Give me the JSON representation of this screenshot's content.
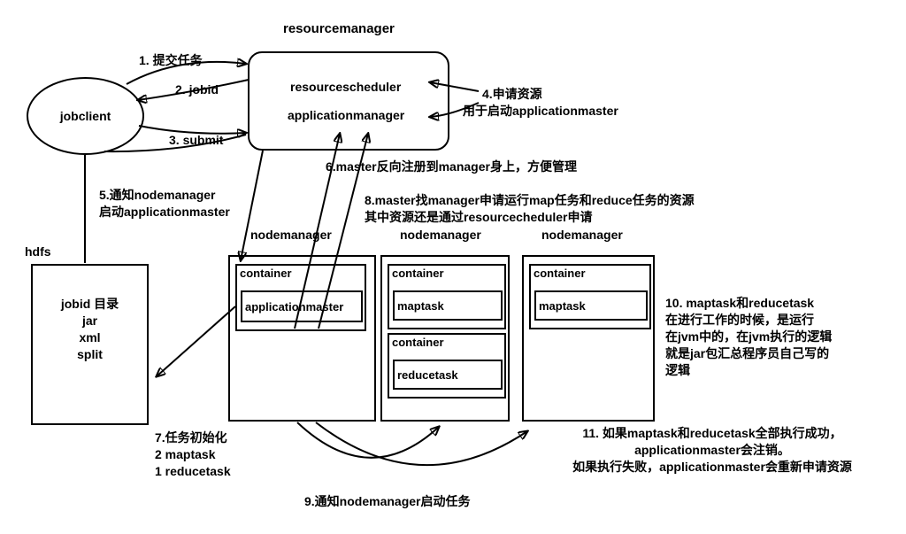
{
  "diagram": {
    "resourcemanager": {
      "label": "resourcemanager",
      "scheduler": "resourcescheduler",
      "appmanager": "applicationmanager"
    },
    "jobclient": {
      "label": "jobclient"
    },
    "hdfs": {
      "label": "hdfs",
      "lines": [
        "jobid 目录",
        "jar",
        "xml",
        "split"
      ]
    },
    "nodemanagers": [
      {
        "label": "nodemanager",
        "containers": [
          {
            "label": "container",
            "task": "applicationmaster"
          }
        ]
      },
      {
        "label": "nodemanager",
        "containers": [
          {
            "label": "container",
            "task": "maptask"
          },
          {
            "label": "container",
            "task": "reducetask"
          }
        ]
      },
      {
        "label": "nodemanager",
        "containers": [
          {
            "label": "container",
            "task": "maptask"
          }
        ]
      }
    ],
    "annotations": {
      "step1": "1. 提交任务",
      "step2": "2. jobid",
      "step3": "3. submit",
      "step4": [
        "4.申请资源",
        "用于启动applicationmaster"
      ],
      "step5": [
        "5.通知nodemanager",
        "启动applicationmaster"
      ],
      "step6": "6.master反向注册到manager身上，方便管理",
      "step7": [
        "7.任务初始化",
        "2 maptask",
        "1 reducetask"
      ],
      "step8": [
        "8.master找manager申请运行map任务和reduce任务的资源",
        "其中资源还是通过resourcecheduler申请"
      ],
      "step9": "9.通知nodemanager启动任务",
      "step10": [
        "10. maptask和reducetask",
        "在进行工作的时候，是运行",
        "在jvm中的，在jvm执行的逻辑",
        "就是jar包汇总程序员自己写的",
        "逻辑"
      ],
      "step11": [
        "11. 如果maptask和reducetask全部执行成功，",
        "applicationmaster会注销。",
        "如果执行失败，applicationmaster会重新申请资源"
      ]
    }
  }
}
